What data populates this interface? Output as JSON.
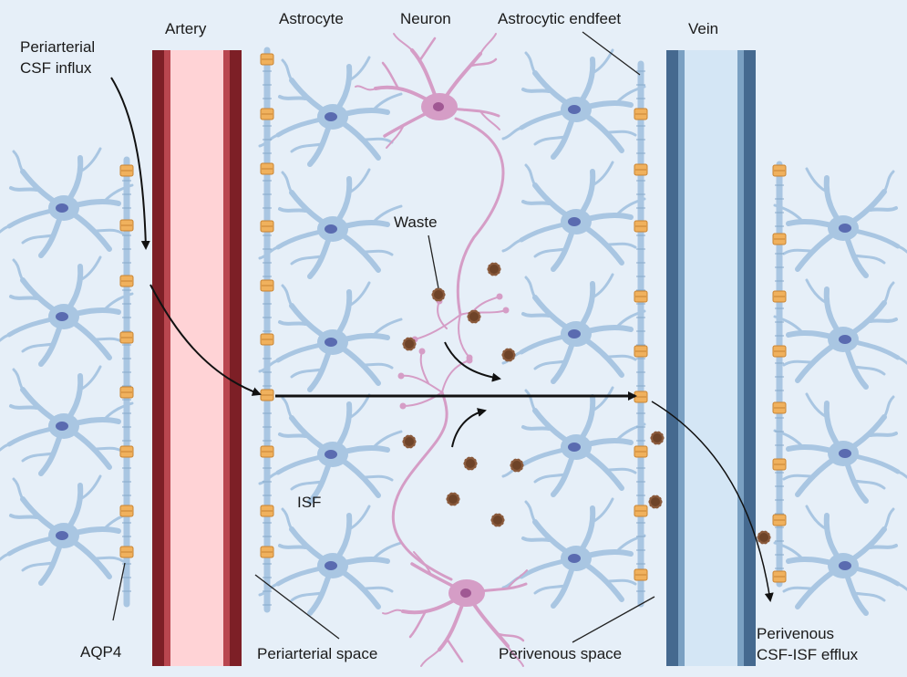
{
  "labels": {
    "periarterial_influx_line1": "Periarterial",
    "periarterial_influx_line2": "CSF influx",
    "artery": "Artery",
    "astrocyte": "Astrocyte",
    "neuron": "Neuron",
    "astrocytic_endfeet": "Astrocytic endfeet",
    "vein": "Vein",
    "waste": "Waste",
    "isf": "ISF",
    "aqp4": "AQP4",
    "periarterial_space": "Periarterial space",
    "perivenous_space": "Perivenous space",
    "perivenous_efflux_line1": "Perivenous",
    "perivenous_efflux_line2": "CSF-ISF efflux"
  },
  "colors": {
    "background": "#e6eff8",
    "astrocyte": "#a9c6e2",
    "astrocyte_nucleus": "#5a6bb0",
    "artery_wall": "#7d1f26",
    "artery_inner": "#ffd3d6",
    "vein_wall": "#45698f",
    "vein_inner": "#d4e6f5",
    "neuron": "#d59dc6",
    "aqp4": "#f0b15d",
    "waste": "#8a5a3c",
    "arrow": "#111111"
  }
}
